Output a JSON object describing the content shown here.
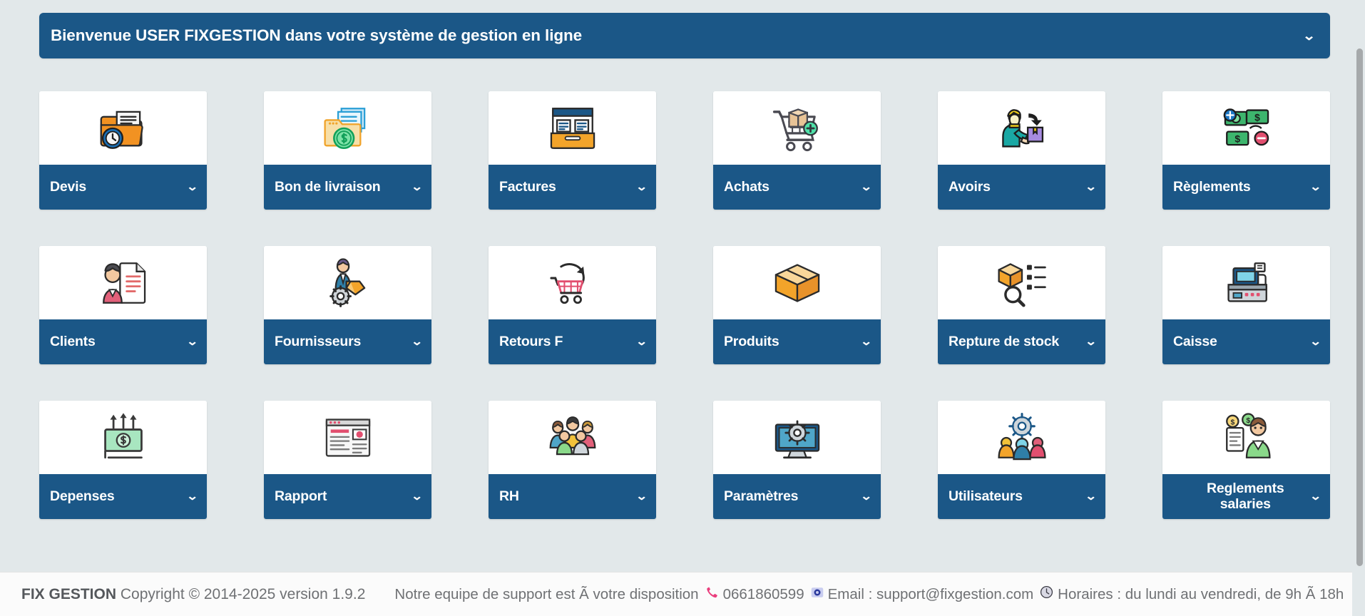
{
  "banner": {
    "text": "Bienvenue USER FIXGESTION dans votre système de gestion en ligne",
    "caret": "⌄",
    "bg_color": "#1b5787"
  },
  "page": {
    "background_color": "#e2e8ea",
    "accent_color": "#1b5787"
  },
  "cards": [
    {
      "label": "Devis",
      "icon": "folder-clock-icon",
      "caret": "⌄"
    },
    {
      "label": "Bon de livraison",
      "icon": "folder-money-doc-icon",
      "caret": "⌄"
    },
    {
      "label": "Factures",
      "icon": "invoice-folder-icon",
      "caret": "⌄"
    },
    {
      "label": "Achats",
      "icon": "cart-box-plus-icon",
      "caret": "⌄"
    },
    {
      "label": "Avoirs",
      "icon": "person-return-box-icon",
      "caret": "⌄"
    },
    {
      "label": "Règlements",
      "icon": "money-exchange-icon",
      "caret": "⌄"
    },
    {
      "label": "Clients",
      "icon": "client-document-icon",
      "caret": "⌄"
    },
    {
      "label": "Fournisseurs",
      "icon": "supplier-gear-icon",
      "caret": "⌄"
    },
    {
      "label": "Retours F",
      "icon": "cart-return-arrow-icon",
      "caret": "⌄"
    },
    {
      "label": "Produits",
      "icon": "package-box-icon",
      "caret": "⌄"
    },
    {
      "label": "Repture de stock",
      "icon": "box-list-search-icon",
      "caret": "⌄"
    },
    {
      "label": "Caisse",
      "icon": "cash-register-icon",
      "caret": "⌄"
    },
    {
      "label": "Depenses",
      "icon": "money-outflow-icon",
      "caret": "⌄"
    },
    {
      "label": "Rapport",
      "icon": "report-page-icon",
      "caret": "⌄"
    },
    {
      "label": "RH",
      "icon": "people-group-icon",
      "caret": "⌄"
    },
    {
      "label": "Paramètres",
      "icon": "monitor-gear-icon",
      "caret": "⌄"
    },
    {
      "label": "Utilisateurs",
      "icon": "users-settings-icon",
      "caret": "⌄"
    },
    {
      "label": "Reglements salaries",
      "icon": "salary-payment-icon",
      "caret": "⌄"
    }
  ],
  "footer": {
    "brand": "FIX GESTION",
    "copyright": "Copyright © 2014-2025 version 1.9.2",
    "support_text": "Notre equipe de support est Ã votre disposition",
    "phone": "0661860599",
    "email_label": "Email : support@fixgestion.com",
    "hours": "Horaires : du lundi au vendredi, de 9h Ã 18h",
    "phone_icon": "phone-icon",
    "email_icon": "email-icon",
    "clock_icon": "clock-icon"
  }
}
